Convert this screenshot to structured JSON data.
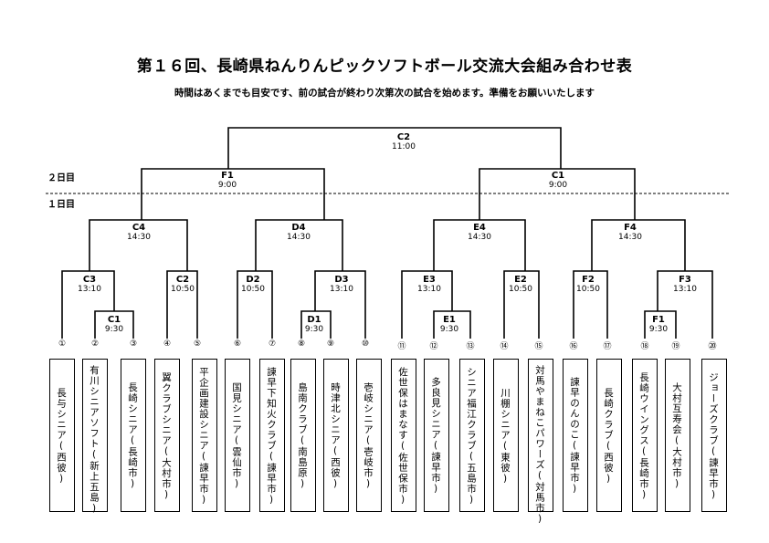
{
  "header": {
    "title": "第１６回、長崎県ねんりんピックソフトボール交流大会組み合わせ表",
    "subtitle": "時間はあくまでも目安です、前の試合が終わり次第次の試合を始めます。準備をお願いいたします"
  },
  "day_labels": {
    "day2": "２日目",
    "day1": "１日目"
  },
  "matches": {
    "c2": {
      "code": "C2",
      "time": "11:00"
    },
    "f1": {
      "code": "F1",
      "time": "9:00"
    },
    "c1top": {
      "code": "C1",
      "time": "9:00"
    },
    "c4": {
      "code": "C4",
      "time": "14:30"
    },
    "d4": {
      "code": "D4",
      "time": "14:30"
    },
    "e4": {
      "code": "E4",
      "time": "14:30"
    },
    "f4": {
      "code": "F4",
      "time": "14:30"
    },
    "c3": {
      "code": "C3",
      "time": "13:10"
    },
    "c2b": {
      "code": "C2",
      "time": "10:50"
    },
    "d2": {
      "code": "D2",
      "time": "10:50"
    },
    "d3": {
      "code": "D3",
      "time": "13:10"
    },
    "e3": {
      "code": "E3",
      "time": "13:10"
    },
    "e2": {
      "code": "E2",
      "time": "10:50"
    },
    "f2": {
      "code": "F2",
      "time": "10:50"
    },
    "f3": {
      "code": "F3",
      "time": "13:10"
    },
    "c1": {
      "code": "C1",
      "time": "9:30"
    },
    "d1": {
      "code": "D1",
      "time": "9:30"
    },
    "e1": {
      "code": "E1",
      "time": "9:30"
    },
    "f1b": {
      "code": "F1",
      "time": "9:30"
    }
  },
  "teams": [
    {
      "seed": "①",
      "name": "長与シニア(西彼)"
    },
    {
      "seed": "②",
      "name": "有川シニアソフト(新上五島)"
    },
    {
      "seed": "③",
      "name": "長崎シニア(長崎市)"
    },
    {
      "seed": "④",
      "name": "翼クラブシニア(大村市)"
    },
    {
      "seed": "⑤",
      "name": "平企画建設シニア(諫早市)"
    },
    {
      "seed": "⑥",
      "name": "国見シニア(雲仙市)"
    },
    {
      "seed": "⑦",
      "name": "諫早下知火クラブ(諫早市)"
    },
    {
      "seed": "⑧",
      "name": "島南クラブ(南島原)"
    },
    {
      "seed": "⑨",
      "name": "時津北シニア(西彼)"
    },
    {
      "seed": "⑩",
      "name": "壱岐シニア(壱岐市)"
    },
    {
      "seed": "⑪",
      "name": "佐世保はまなす(佐世保市)"
    },
    {
      "seed": "⑫",
      "name": "多良見シニア(諫早市)"
    },
    {
      "seed": "⑬",
      "name": "シニア福江クラブ(五島市)"
    },
    {
      "seed": "⑭",
      "name": "川棚シニア(東彼)"
    },
    {
      "seed": "⑮",
      "name": "対馬やまねこパワーズ(対馬市)"
    },
    {
      "seed": "⑯",
      "name": "諫早のんのこ(諫早市)"
    },
    {
      "seed": "⑰",
      "name": "長崎クラブ(西彼)"
    },
    {
      "seed": "⑱",
      "name": "長崎ウイングス(長崎市)"
    },
    {
      "seed": "⑲",
      "name": "大村互寿会(大村市)"
    },
    {
      "seed": "⑳",
      "name": "ジョーズクラブ(諫早市)"
    }
  ]
}
